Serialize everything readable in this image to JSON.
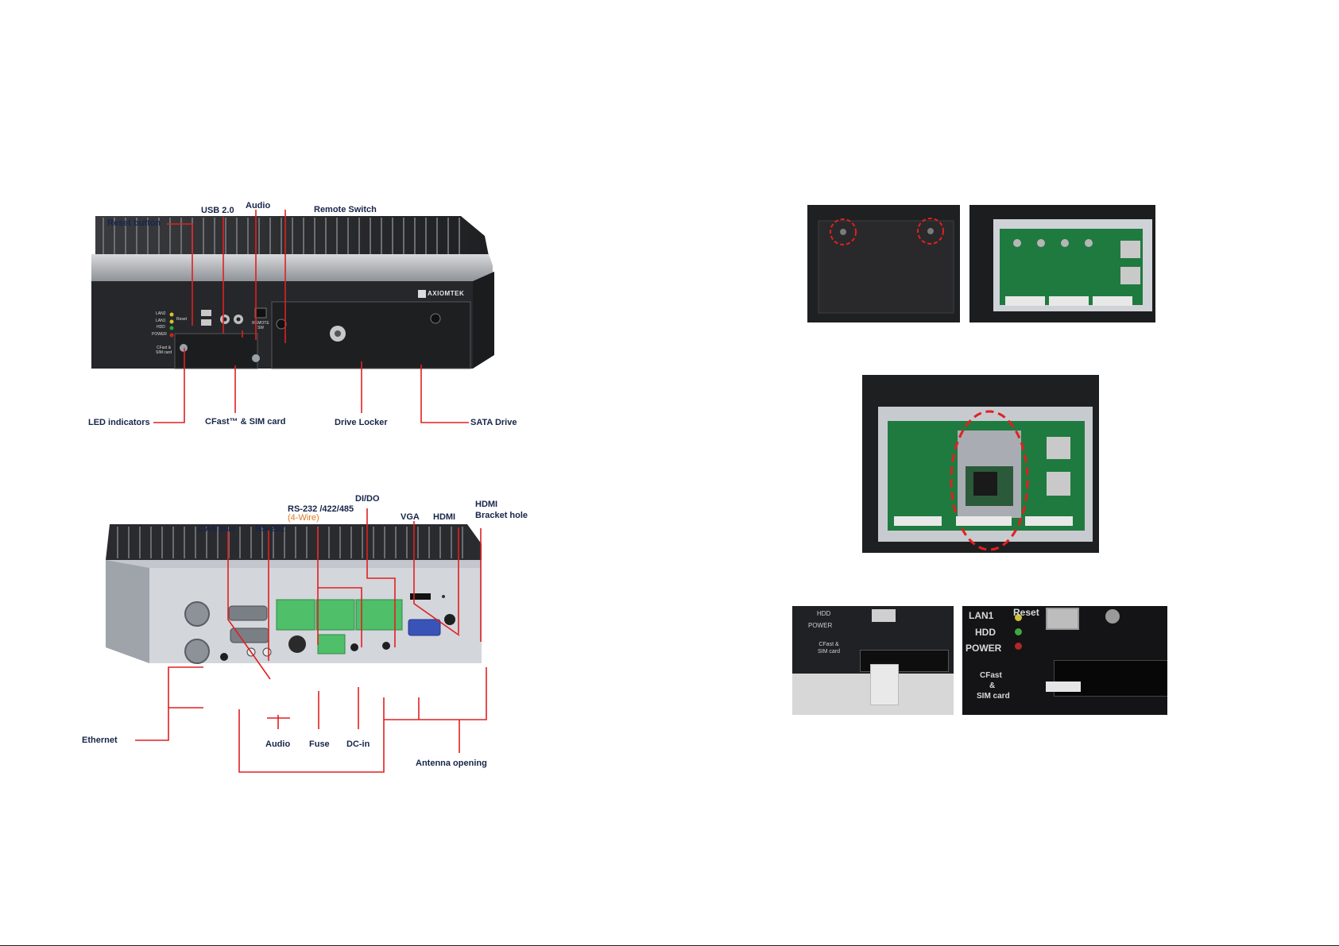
{
  "front_panel": {
    "callouts": {
      "reset_button": "Reset button",
      "usb": "USB 2.0",
      "audio": "Audio",
      "remote_switch": "Remote Switch",
      "led_indicators": "LED indicators",
      "cfast_sim": "CFast™ & SIM card",
      "drive_locker": "Drive Locker",
      "sata_drive": "SATA Drive"
    },
    "device_text": {
      "brand": "AXIOMTEK",
      "lan2": "LAN2",
      "lan1": "LAN1",
      "hdd": "HDD",
      "power": "POWER",
      "reset": "Reset",
      "cfast": "CFast & SIM card",
      "remote": "REMOTE SW"
    }
  },
  "rear_panel": {
    "callouts": {
      "can_bus": "CAN bus",
      "rs232": "RS-232",
      "rs232_422_485": "RS-232 /422/485",
      "four_wire": "(4-Wire)",
      "dido": "DI/DO",
      "vga": "VGA",
      "hdmi": "HDMI",
      "hdmi_bracket_1": "HDMI",
      "hdmi_bracket_2": "Bracket hole",
      "ethernet": "Ethernet",
      "audio": "Audio",
      "fuse": "Fuse",
      "dc_in": "DC-in",
      "antenna": "Antenna opening"
    }
  },
  "photos": {
    "closeup_left": {
      "hdd": "HDD",
      "power": "POWER",
      "cfast": "CFast & SIM card"
    },
    "closeup_right": {
      "lan1": "LAN1",
      "reset": "Reset",
      "hdd": "HDD",
      "power": "POWER",
      "cfast_1": "CFast",
      "cfast_2": "&",
      "cfast_3": "SIM card"
    },
    "colors": {
      "chassis_dark": "#2b2b2d",
      "chassis_silver": "#b9bcc1",
      "pcb_green": "#1f7a3f",
      "terminal_green": "#4fbf6a",
      "callout_red": "#e02020"
    }
  }
}
